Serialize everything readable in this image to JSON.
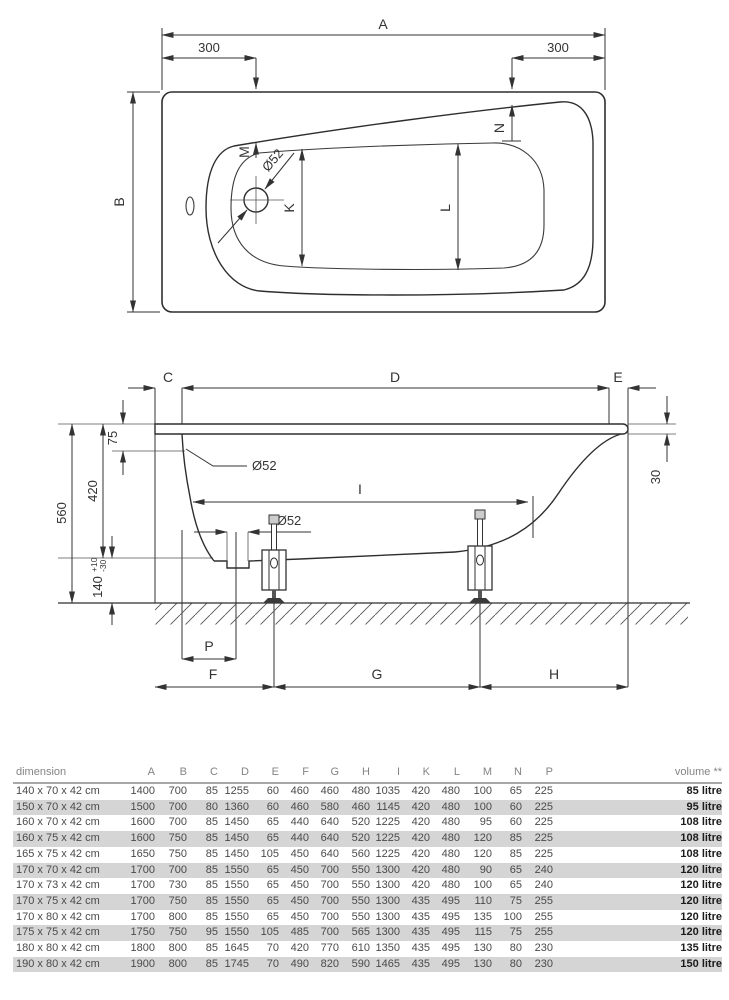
{
  "colors": {
    "line": "#333333",
    "row_shade": "#d5d5d5",
    "header_text": "#848484",
    "body_text": "#4a4a4a",
    "volume_text": "#1c1c1c"
  },
  "drawing": {
    "top_view": {
      "dim_a": "A",
      "dim_b": "B",
      "dim_300_left": "300",
      "dim_300_right": "300",
      "dim_m": "M",
      "dim_n": "N",
      "dim_k": "K",
      "dim_l": "L",
      "drain_diameter": "Ø52"
    },
    "side_view": {
      "dim_c": "C",
      "dim_d": "D",
      "dim_e": "E",
      "dim_75": "75",
      "dim_420": "420",
      "dim_560": "560",
      "dim_140": "140",
      "dim_140_tol_plus": "+10",
      "dim_140_tol_minus": "-30",
      "dim_30": "30",
      "dim_i": "I",
      "overflow_diameter": "Ø52",
      "drain_diameter": "Ø52",
      "dim_p": "P",
      "dim_f": "F",
      "dim_g": "G",
      "dim_h": "H"
    }
  },
  "table": {
    "header": [
      "dimension",
      "A",
      "B",
      "C",
      "D",
      "E",
      "F",
      "G",
      "H",
      "I",
      "K",
      "L",
      "M",
      "N",
      "P",
      "volume **"
    ],
    "rows": [
      {
        "dimension": "140 x 70 x 42 cm",
        "values": [
          "1400",
          "700",
          "85",
          "1255",
          "60",
          "460",
          "460",
          "480",
          "1035",
          "420",
          "480",
          "100",
          "65",
          "225"
        ],
        "volume": "85 litre",
        "shaded": false
      },
      {
        "dimension": "150 x 70 x 42 cm",
        "values": [
          "1500",
          "700",
          "80",
          "1360",
          "60",
          "460",
          "580",
          "460",
          "1145",
          "420",
          "480",
          "100",
          "60",
          "225"
        ],
        "volume": "95 litre",
        "shaded": true
      },
      {
        "dimension": "160 x 70 x 42 cm",
        "values": [
          "1600",
          "700",
          "85",
          "1450",
          "65",
          "440",
          "640",
          "520",
          "1225",
          "420",
          "480",
          "95",
          "60",
          "225"
        ],
        "volume": "108 litre",
        "shaded": false
      },
      {
        "dimension": "160 x 75 x 42 cm",
        "values": [
          "1600",
          "750",
          "85",
          "1450",
          "65",
          "440",
          "640",
          "520",
          "1225",
          "420",
          "480",
          "120",
          "85",
          "225"
        ],
        "volume": "108 litre",
        "shaded": true
      },
      {
        "dimension": "165 x 75 x 42 cm",
        "values": [
          "1650",
          "750",
          "85",
          "1450",
          "105",
          "450",
          "640",
          "560",
          "1225",
          "420",
          "480",
          "120",
          "85",
          "225"
        ],
        "volume": "108 litre",
        "shaded": false
      },
      {
        "dimension": "170 x 70 x 42 cm",
        "values": [
          "1700",
          "700",
          "85",
          "1550",
          "65",
          "450",
          "700",
          "550",
          "1300",
          "420",
          "480",
          "90",
          "65",
          "240"
        ],
        "volume": "120 litre",
        "shaded": true
      },
      {
        "dimension": "170 x 73 x 42 cm",
        "values": [
          "1700",
          "730",
          "85",
          "1550",
          "65",
          "450",
          "700",
          "550",
          "1300",
          "420",
          "480",
          "100",
          "65",
          "240"
        ],
        "volume": "120 litre",
        "shaded": false
      },
      {
        "dimension": "170 x 75 x 42 cm",
        "values": [
          "1700",
          "750",
          "85",
          "1550",
          "65",
          "450",
          "700",
          "550",
          "1300",
          "435",
          "495",
          "110",
          "75",
          "255"
        ],
        "volume": "120 litre",
        "shaded": true
      },
      {
        "dimension": "170 x 80 x 42 cm",
        "values": [
          "1700",
          "800",
          "85",
          "1550",
          "65",
          "450",
          "700",
          "550",
          "1300",
          "435",
          "495",
          "135",
          "100",
          "255"
        ],
        "volume": "120 litre",
        "shaded": false
      },
      {
        "dimension": "175 x 75 x 42 cm",
        "values": [
          "1750",
          "750",
          "95",
          "1550",
          "105",
          "485",
          "700",
          "565",
          "1300",
          "435",
          "495",
          "115",
          "75",
          "255"
        ],
        "volume": "120 litre",
        "shaded": true
      },
      {
        "dimension": "180 x 80 x 42 cm",
        "values": [
          "1800",
          "800",
          "85",
          "1645",
          "70",
          "420",
          "770",
          "610",
          "1350",
          "435",
          "495",
          "130",
          "80",
          "230"
        ],
        "volume": "135 litre",
        "shaded": false
      },
      {
        "dimension": "190 x 80 x 42 cm",
        "values": [
          "1900",
          "800",
          "85",
          "1745",
          "70",
          "490",
          "820",
          "590",
          "1465",
          "435",
          "495",
          "130",
          "80",
          "230"
        ],
        "volume": "150 litre",
        "shaded": true
      }
    ]
  }
}
